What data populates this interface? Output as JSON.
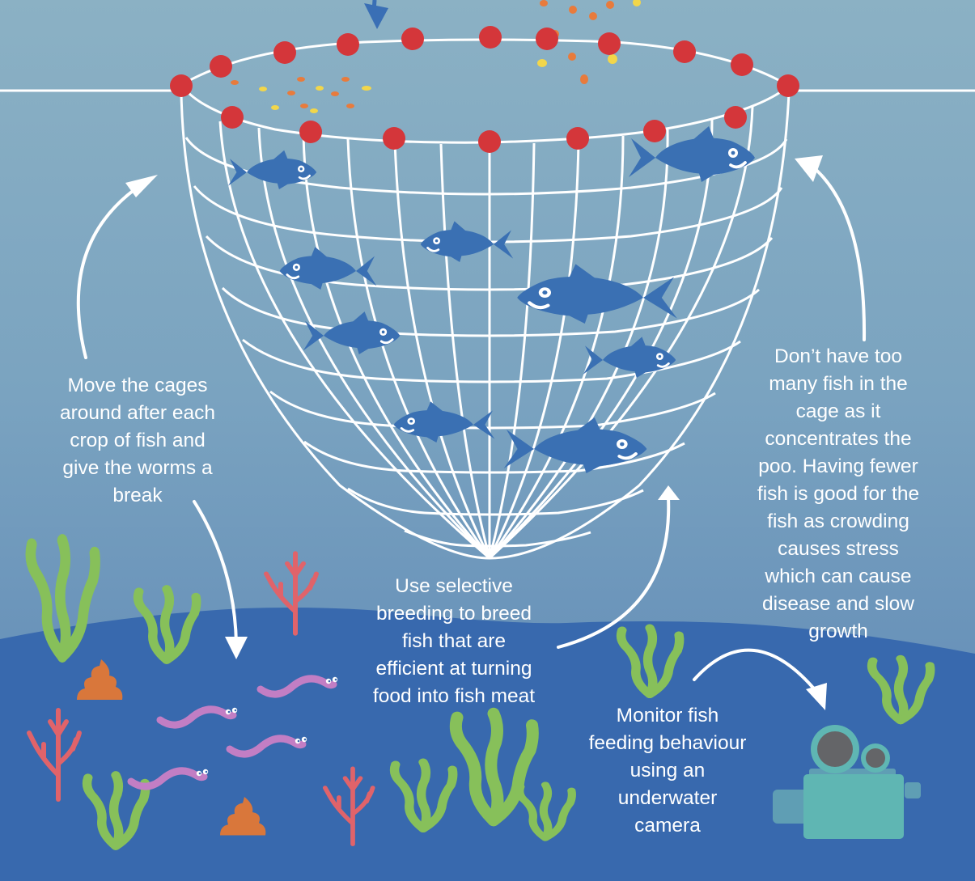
{
  "colors": {
    "sky_water_top": "#8bb1c4",
    "water_mid": "#6d97bb",
    "water_deep": "#5a84b4",
    "seabed": "#3869ae",
    "net": "#ffffff",
    "float": "#d4363a",
    "fish": "#3a70b3",
    "seaweed": "#87c05a",
    "coral": "#e0636a",
    "worm": "#c27ec4",
    "poo": "#d9773b",
    "food_orange": "#e87b3c",
    "food_yellow": "#f2d64a",
    "camera_body": "#5fb6b3",
    "camera_accent": "#5f9eb4",
    "camera_lens": "#646568",
    "arrow": "#ffffff",
    "feed_arrow": "#3a6fb5"
  },
  "labels": {
    "move_cages": "Move the cages\naround after each\ncrop of fish and\ngive the worms a\nbreak",
    "crowding": "Don’t have too\nmany fish in the\ncage as it\nconcentrates the\npoo. Having fewer\nfish is good for the\nfish as crowding\ncauses stress\nwhich can cause\ndisease and slow\ngrowth",
    "breeding": "Use selective\nbreeding to breed\nfish that are\nefficient at turning\nfood into fish meat",
    "monitor": "Monitor fish\nfeeding behaviour\nusing an\nunderwater\ncamera"
  },
  "illustration": {
    "cage": {
      "floats_count": 17,
      "fish_count": 9
    },
    "seabed": {
      "worms_count": 4,
      "poo_piles_count": 2
    },
    "icons": [
      "feed-arrow-icon",
      "fish-cage-net",
      "fish-icon",
      "seaweed-icon",
      "coral-icon",
      "worm-icon",
      "poo-icon",
      "underwater-camera-icon"
    ]
  }
}
